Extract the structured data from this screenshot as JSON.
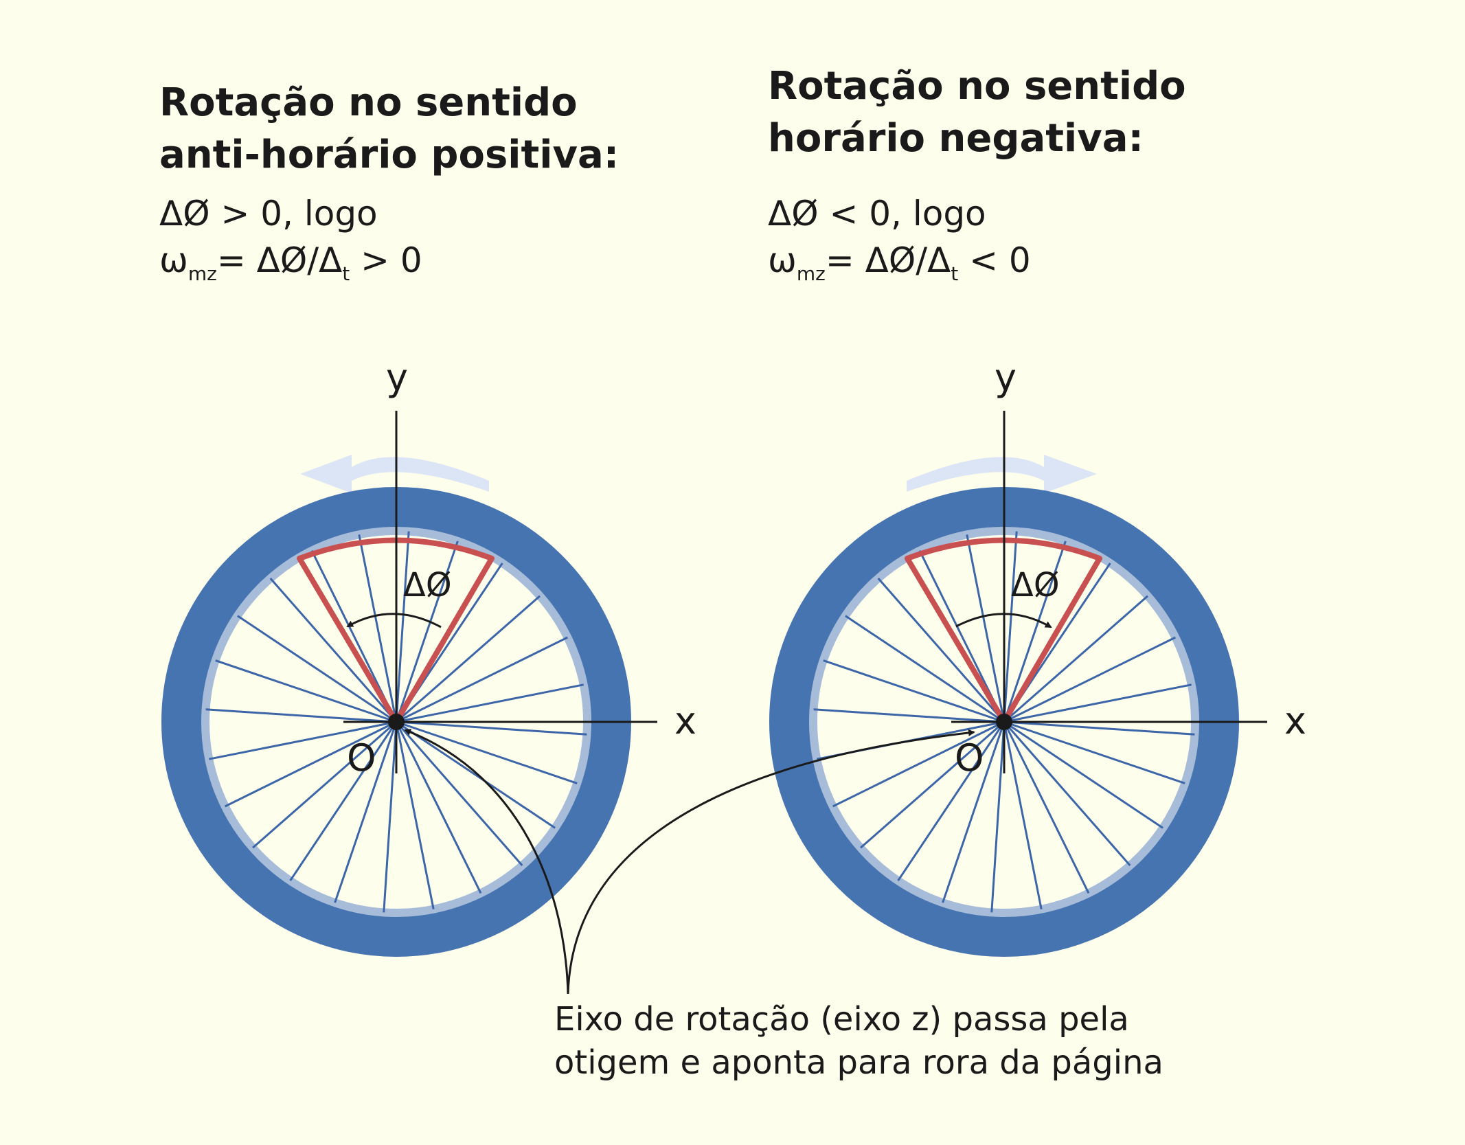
{
  "colors": {
    "background": "#fefeec",
    "rim": "#4674b0",
    "rim_inner": "#a6bcd9",
    "spoke": "#3c66a8",
    "sector": "#c85050",
    "arrow": "#dbe5f5",
    "ink": "#1a1a1a"
  },
  "left": {
    "heading": [
      "Rotação no sentido",
      "anti-horário positiva:"
    ],
    "formula_line1": "ΔØ > 0, logo",
    "formula_omega": "ω",
    "formula_omega_sub": "mz",
    "formula_mid": "= ΔØ/Δ",
    "formula_t_sub": "t",
    "formula_end": " > 0",
    "direction": "counterclockwise",
    "y_label": "y",
    "x_label": "x",
    "origin_label": "O",
    "delta_label": "ΔØ"
  },
  "right": {
    "heading": [
      "Rotação no sentido",
      "horário negativa:"
    ],
    "formula_line1": "ΔØ < 0, logo",
    "formula_omega": "ω",
    "formula_omega_sub": "mz",
    "formula_mid": "= ΔØ/Δ",
    "formula_t_sub": "t",
    "formula_end": " < 0",
    "direction": "clockwise",
    "y_label": "y",
    "x_label": "x",
    "origin_label": "O",
    "delta_label": "ΔØ"
  },
  "caption": [
    "Eixo de rotação (eixo z) passa pela",
    "otigem e aponta para rora da página"
  ],
  "spoke_count": 24
}
